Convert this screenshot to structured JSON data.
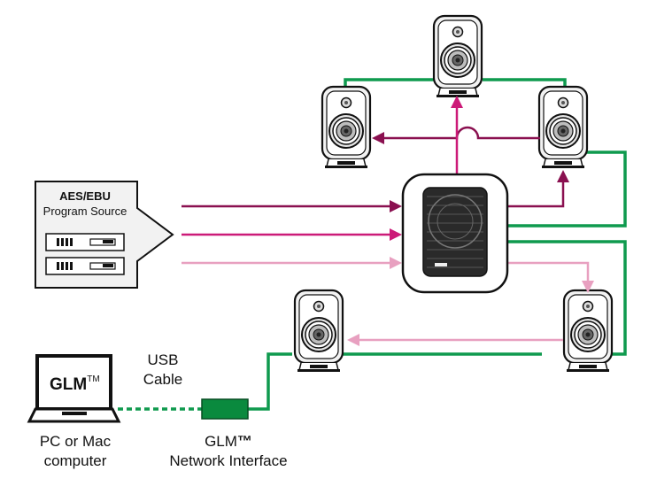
{
  "source": {
    "title": "AES/EBU",
    "subtitle": "Program Source"
  },
  "laptop": {
    "screen_text": "GLM",
    "screen_sup": "TM",
    "caption_line1": "PC or Mac",
    "caption_line2": "computer"
  },
  "usb": {
    "line1": "USB",
    "line2": "Cable"
  },
  "network_interface": {
    "line1": "GLM",
    "line1_mark": "™",
    "line2": "Network Interface"
  },
  "colors": {
    "green": "#0f9a4e",
    "dark_magenta": "#8a1050",
    "magenta": "#cc1a78",
    "pink": "#e8a0c0",
    "device_green": "#0a8a3e"
  },
  "icons": {
    "speaker": "studio-monitor-icon",
    "subwoofer": "subwoofer-icon",
    "laptop": "laptop-icon",
    "rack": "rack-unit-icon"
  }
}
